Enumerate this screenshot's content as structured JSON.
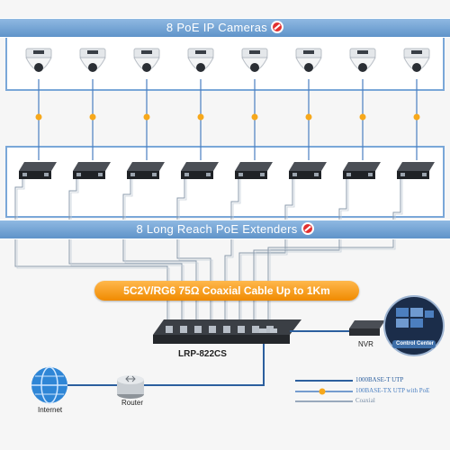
{
  "cameras_banner": {
    "label": "8 PoE IP Cameras"
  },
  "extenders_banner": {
    "label": "8 Long Reach PoE Extenders"
  },
  "coax_banner": {
    "label": "5C2V/RG6 75Ω Coaxial Cable Up to 1Km"
  },
  "switch": {
    "label": "LRP-822CS"
  },
  "nvr": {
    "label": "NVR"
  },
  "control_center": {
    "label": "Control Center"
  },
  "internet": {
    "label": "Internet"
  },
  "router": {
    "label": "Router"
  },
  "legend": {
    "items": [
      {
        "label": "1000BASE-T UTP",
        "color": "#2c5f9e"
      },
      {
        "label": "100BASE-TX UTP with PoE",
        "color": "#4a7fc1"
      },
      {
        "label": "Coaxial",
        "color": "#7a8fa8"
      }
    ]
  },
  "colors": {
    "accent_blue": "#6a9bd0",
    "coax_orange": "#f5a12b",
    "poe_dot": "#f7a81b"
  },
  "device_count": 8
}
